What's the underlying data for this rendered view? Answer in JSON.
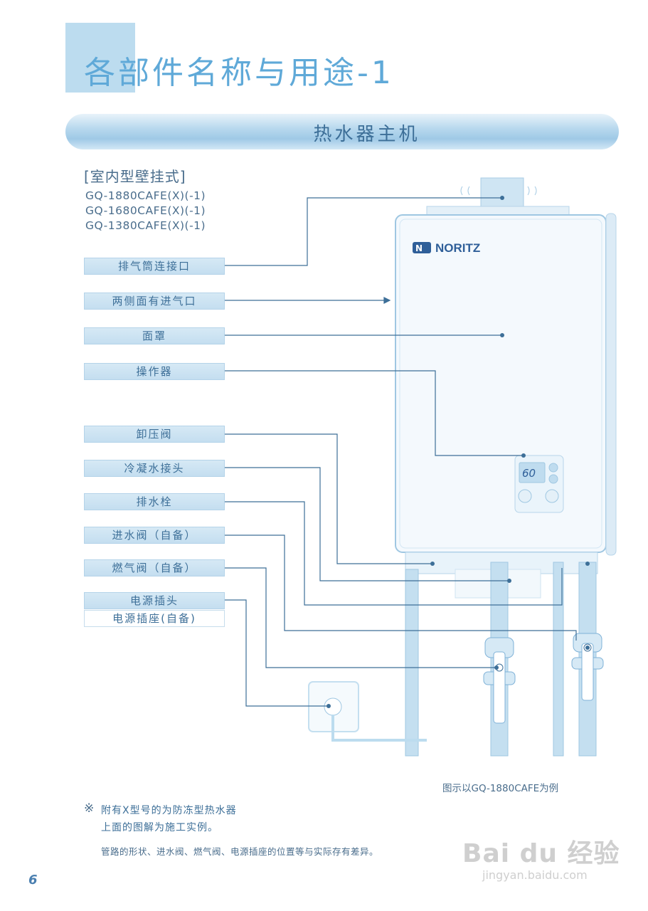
{
  "page": {
    "title": "各部件名称与用途-1",
    "section": "热水器主机",
    "type_label": "[室内型壁挂式]",
    "models": [
      "GQ-1880CAFE(X)(-1)",
      "GQ-1680CAFE(X)(-1)",
      "GQ-1380CAFE(X)(-1)"
    ],
    "brand": "NORITZ",
    "display_value": "60",
    "parts": [
      "排气筒连接口",
      "两侧面有进气口",
      "面罩",
      "操作器",
      "卸压阀",
      "冷凝水接头",
      "排水栓",
      "进水阀（自备）",
      "燃气阀（自备）",
      "电源插头"
    ],
    "socket_label": "电源插座(自备)",
    "caption": "图示以GQ-1880CAFE为例",
    "note_mark": "※",
    "notes": [
      "附有X型号的为防冻型热水器",
      "上面的图解为施工实例。",
      "管路的形状、进水阀、燃气阀、电源插座的位置等与实际存有差异。"
    ],
    "page_number": "6",
    "watermark": {
      "main": "Bai du 经验",
      "sub": "jingyan.baidu.com"
    },
    "colors": {
      "accent": "#5fa9d8",
      "text": "#3d6f98",
      "box": "#c4def0",
      "line": "#3d6f98"
    }
  }
}
